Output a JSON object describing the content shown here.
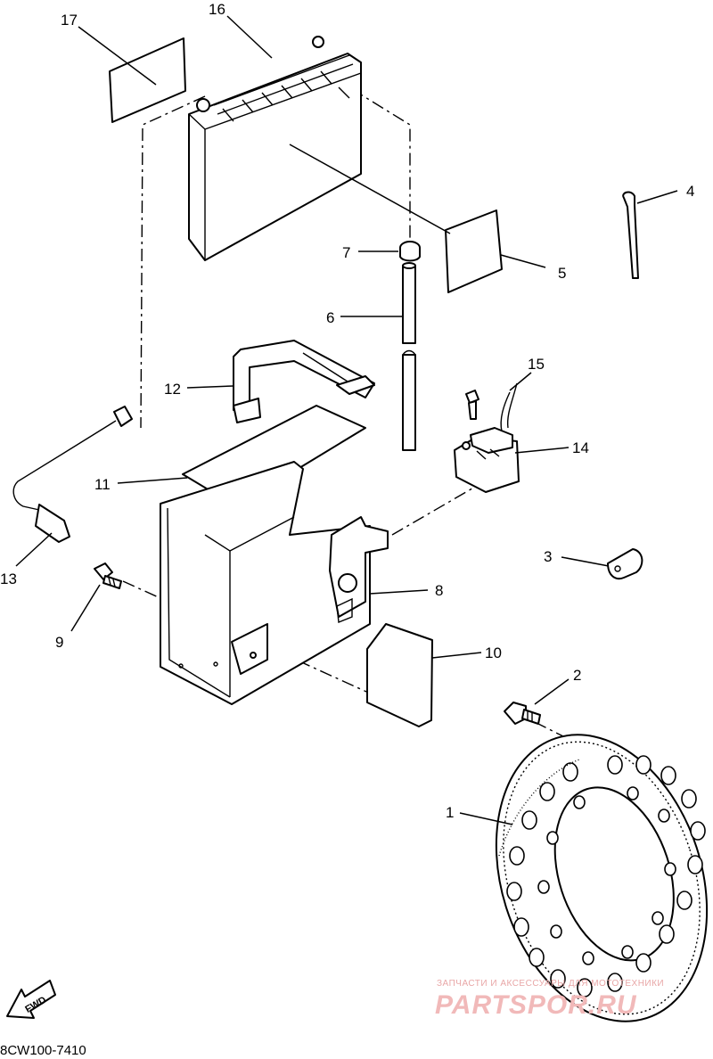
{
  "diagram": {
    "callouts": [
      "1",
      "2",
      "3",
      "4",
      "5",
      "6",
      "7",
      "8",
      "9",
      "10",
      "11",
      "12",
      "13",
      "14",
      "15",
      "16",
      "17"
    ],
    "fwd_label": "FWD",
    "part_code": "8CW100-7410"
  },
  "watermark": {
    "tagline": "ЗАПЧАСТИ И АКСЕССУАРЫ ДЛЯ МОТОТЕХНИКИ",
    "brand": "PARTSPOR.RU",
    "color": "#e8a0a0"
  }
}
